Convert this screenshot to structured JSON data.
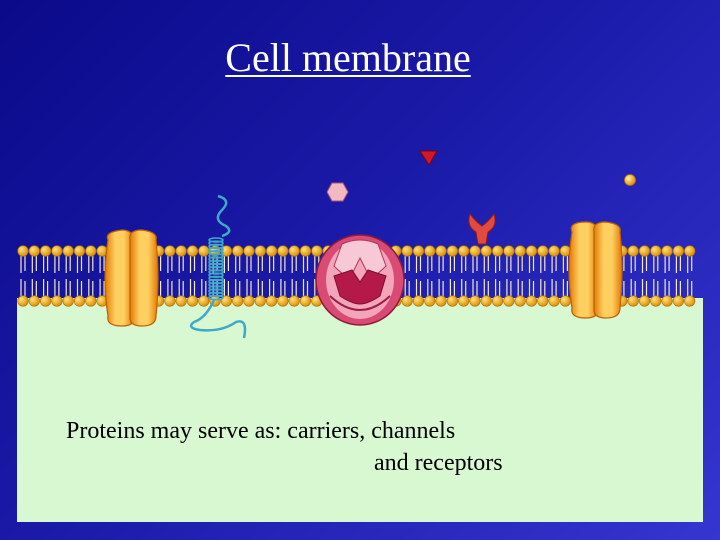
{
  "title": "Cell membrane",
  "caption": {
    "line1": "Proteins may serve as: carriers, channels",
    "line2": "and receptors"
  },
  "colors": {
    "background_dark": "#0a0a8a",
    "background_light": "#3535d0",
    "cytoplasm": "#d8f8d2",
    "phospholipid_head": "#f0b21c",
    "channel_protein": "#f5a21a",
    "carrier_protein": "#e4537f",
    "receptor": "#e04a40",
    "glycoprotein": "#3fa9c8"
  }
}
